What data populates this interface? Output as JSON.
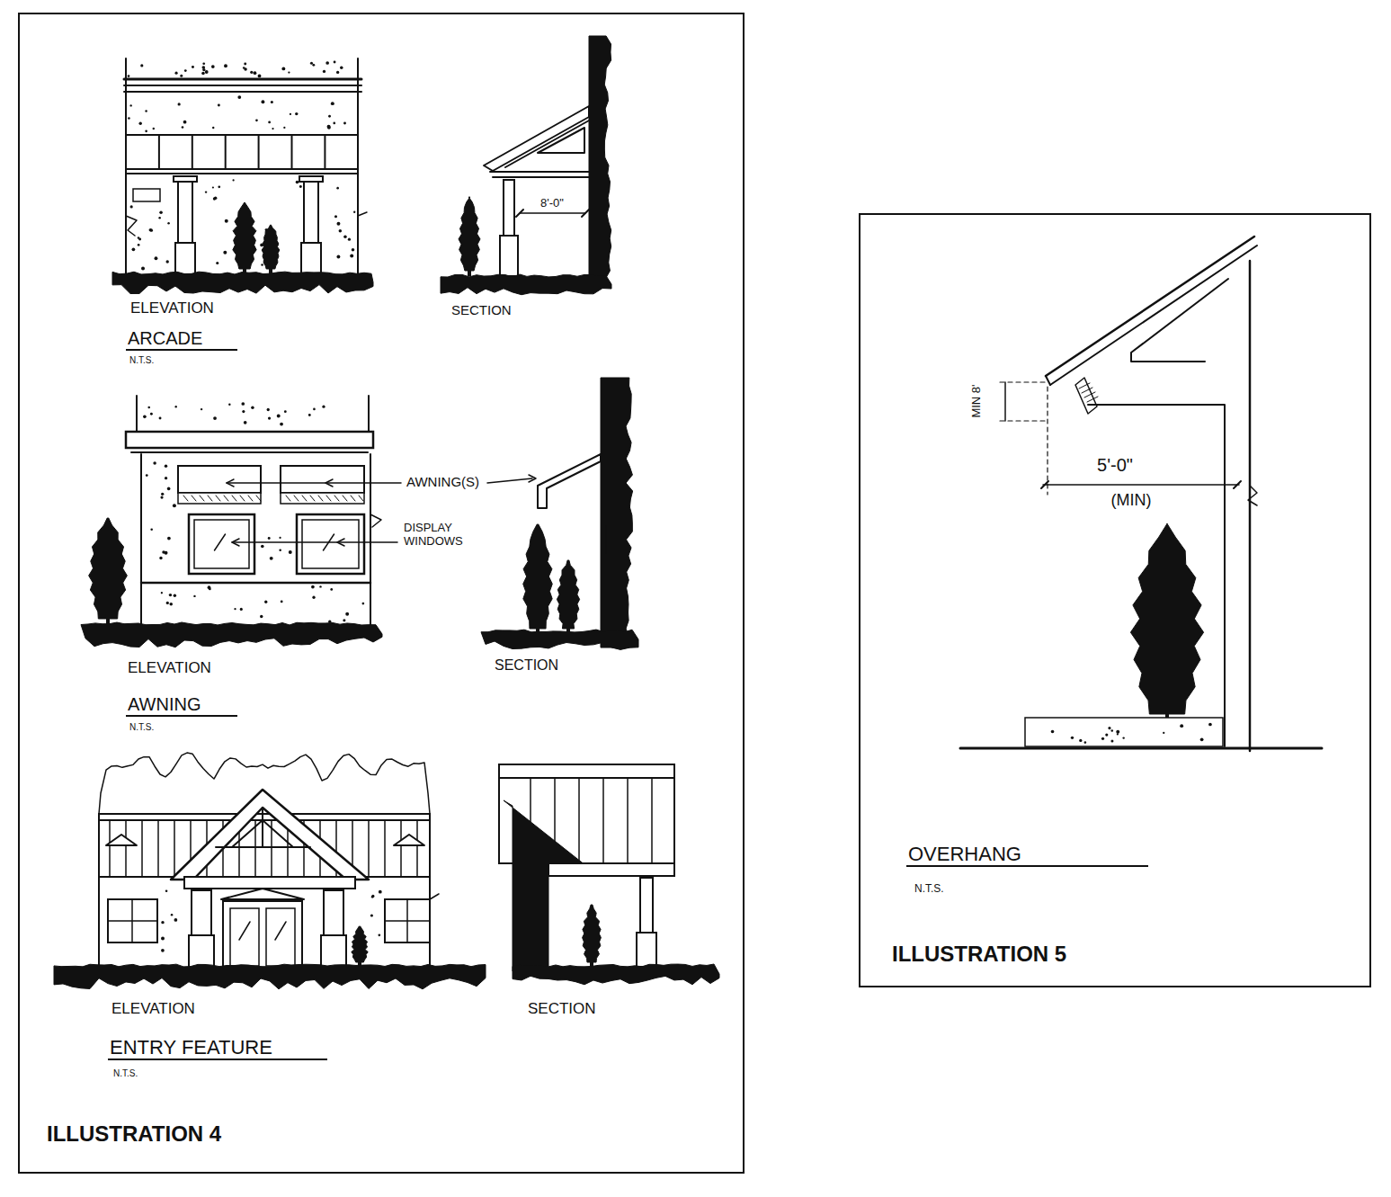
{
  "diagram": {
    "nodes": [
      {
        "text": [
          "ILLUSTRATION 4"
        ]
      },
      {
        "text": [
          "ILLUSTRATION 5"
        ]
      }
    ],
    "labels": [
      "ELEVATION",
      "SECTION",
      "8'-0\"",
      "ARCADE",
      "N.T.S.",
      "AWNING(S)",
      "DISPLAY WINDOWS",
      "ELEVATION",
      "SECTION",
      "AWNING",
      "N.T.S.",
      "ELEVATION",
      "SECTION",
      "ENTRY FEATURE",
      "N.T.S.",
      "MIN 8'",
      "5'-0\"",
      "(MIN)",
      "OVERHANG",
      "N.T.S."
    ]
  }
}
